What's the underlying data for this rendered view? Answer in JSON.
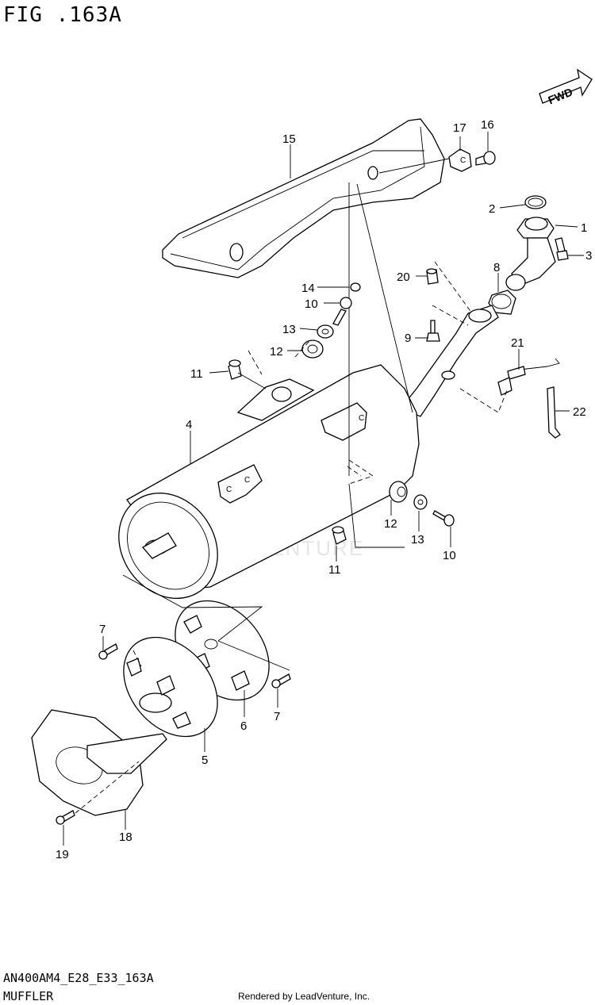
{
  "header": {
    "figure_title": "FIG .163A"
  },
  "footer": {
    "model_code": "AN400AM4_E28_E33_163A",
    "section_name": "MUFFLER",
    "credit": "Rendered by LeadVenture, Inc."
  },
  "watermark": {
    "text": "LEADVENTURE"
  },
  "direction_arrow": {
    "text": "FWD"
  },
  "callouts": {
    "c1": "1",
    "c2": "2",
    "c3": "3",
    "c4": "4",
    "c5": "5",
    "c6": "6",
    "c7a": "7",
    "c7b": "7",
    "c8": "8",
    "c9": "9",
    "c10a": "10",
    "c10b": "10",
    "c11a": "11",
    "c11b": "11",
    "c12a": "12",
    "c12b": "12",
    "c13a": "13",
    "c13b": "13",
    "c14": "14",
    "c15": "15",
    "c16": "16",
    "c17": "17",
    "c18": "18",
    "c19": "19",
    "c20": "20",
    "c21": "21",
    "c22": "22"
  },
  "clamp_mark": "C"
}
